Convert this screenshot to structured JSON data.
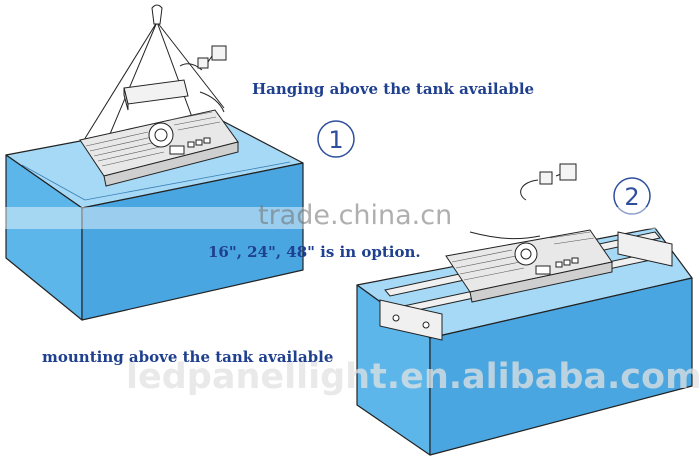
{
  "labels": {
    "hanging": "Hanging above the tank available",
    "sizes": "16\",  24\", 48\" is in option.",
    "mounting": "mounting above the tank available"
  },
  "markers": {
    "one": "1",
    "two": "2"
  },
  "watermarks": {
    "top": "trade.china.cn",
    "bottom": "ledpanellight.en.alibaba.com"
  },
  "colors": {
    "text": "#1f3f8f",
    "water_front": "#5cb6ea",
    "water_top": "#a6d9f6",
    "water_side": "#3f99d6",
    "outline": "#222222"
  }
}
